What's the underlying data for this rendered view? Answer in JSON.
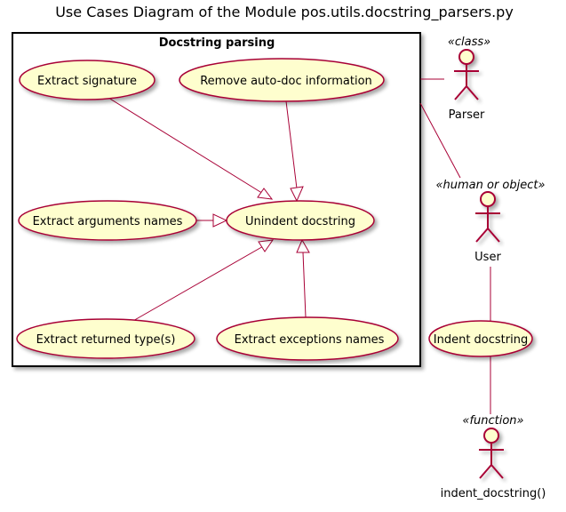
{
  "diagram": {
    "title": "Use Cases Diagram of the Module pos.utils.docstring_parsers.py",
    "package_label": "Docstring parsing",
    "use_cases": {
      "extract_signature": "Extract signature",
      "remove_autodoc": "Remove auto-doc information",
      "extract_arguments": "Extract arguments names",
      "unindent_docstring": "Unindent docstring",
      "extract_returned": "Extract returned type(s)",
      "extract_exceptions": "Extract exceptions names",
      "indent_docstring": "Indent docstring"
    },
    "actors": {
      "parser": {
        "name": "Parser",
        "stereotype": "«class»"
      },
      "user": {
        "name": "User",
        "stereotype": "«human or object»"
      },
      "indent_fn": {
        "name": "indent_docstring()",
        "stereotype": "«function»"
      }
    },
    "colors": {
      "line": "#A80036",
      "usecase_fill": "#FEFECE",
      "text": "#000000"
    }
  }
}
